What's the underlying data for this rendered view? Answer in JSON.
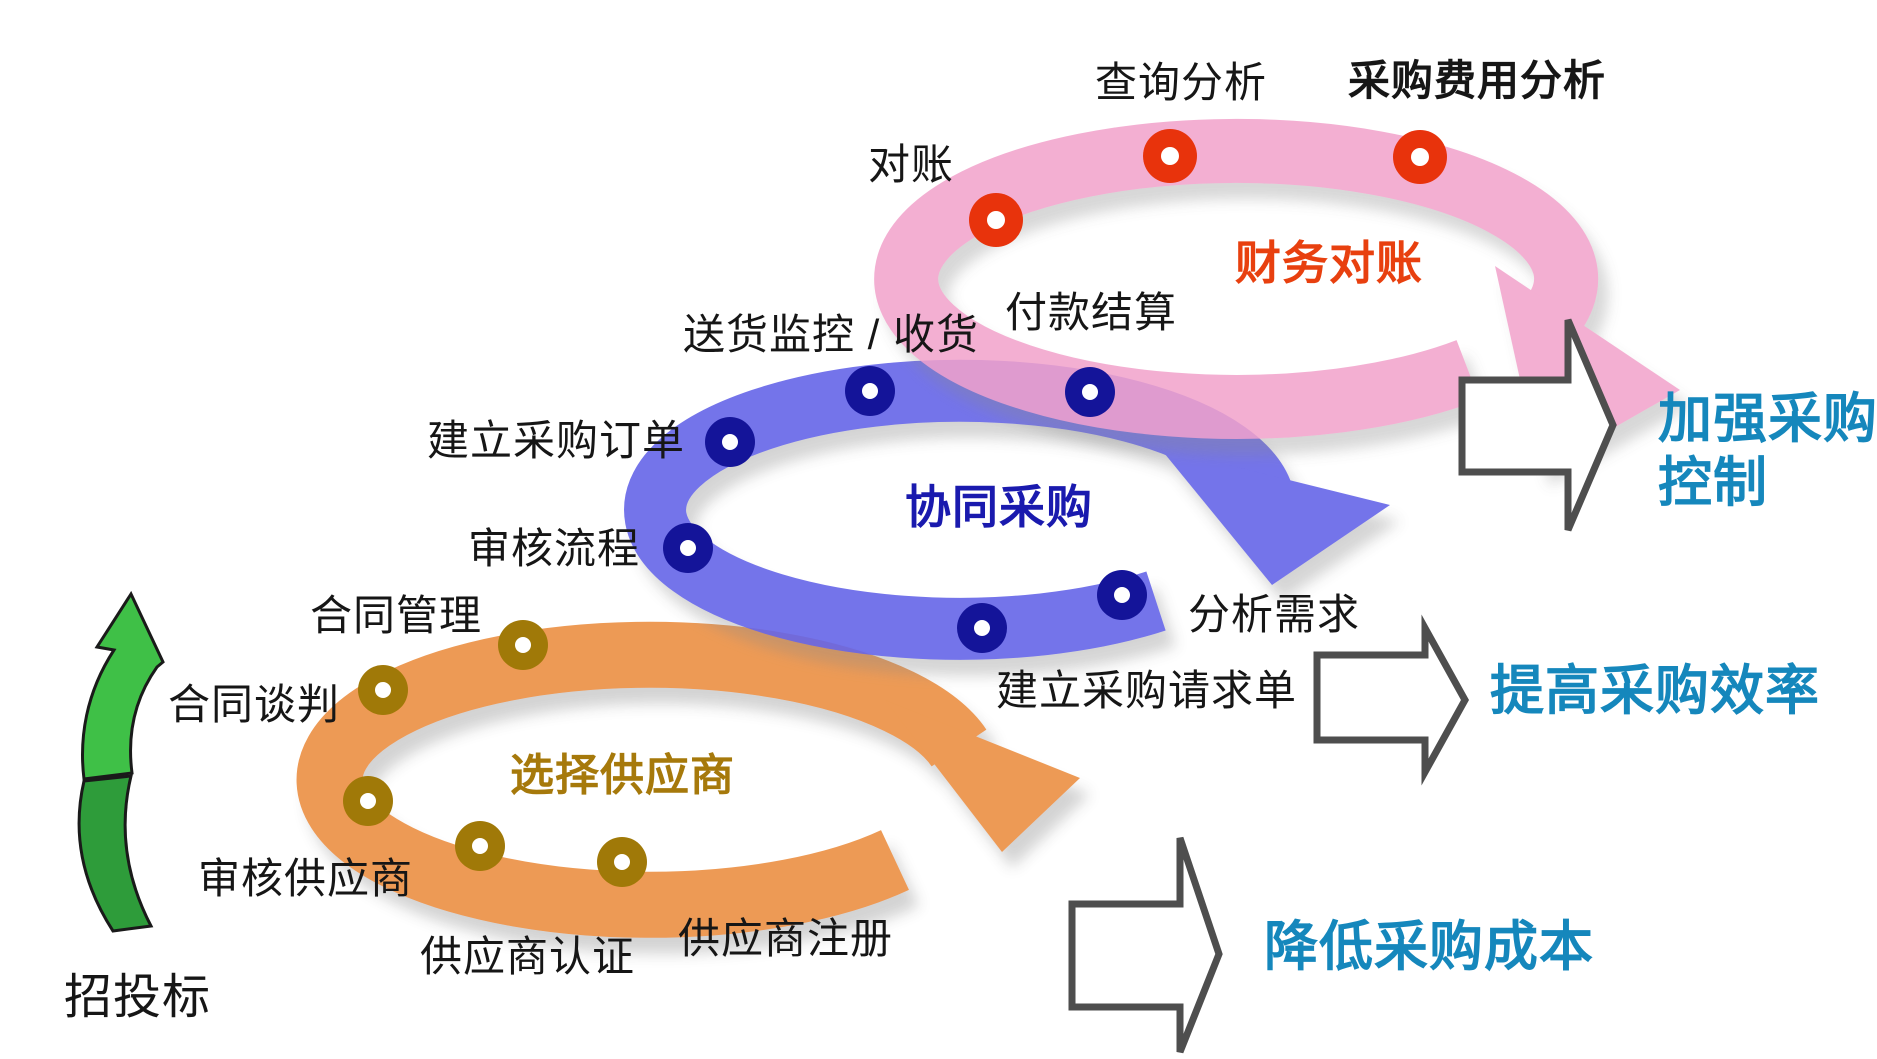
{
  "loops": {
    "finance": {
      "center_label": "财务对账",
      "steps": [
        "对账",
        "查询分析",
        "采购费用分析",
        "付款结算"
      ]
    },
    "collab": {
      "center_label": "协同采购",
      "steps": [
        "送货监控 / 收货",
        "建立采购订单",
        "审核流程",
        "分析需求",
        "建立采购请求单"
      ]
    },
    "supplier": {
      "center_label": "选择供应商",
      "steps": [
        "合同管理",
        "合同谈判",
        "审核供应商",
        "供应商认证",
        "供应商注册"
      ]
    }
  },
  "bidding_label": "招投标",
  "benefits": [
    {
      "line1": "加强采购",
      "line2": "控制"
    },
    {
      "line1": "提高采购效率",
      "line2": ""
    },
    {
      "line1": "降低采购成本",
      "line2": ""
    }
  ],
  "colors": {
    "finance_band": "#F2A2CB",
    "finance_dot": "#E8330C",
    "finance_label": "#E8400F",
    "collab_band": "#6565E8",
    "collab_dot": "#141499",
    "collab_label": "#1A1AAE",
    "supplier_band": "#EC9348",
    "supplier_dot": "#A07908",
    "supplier_label": "#A6790B",
    "benefit_text": "#1587BC",
    "arrow_outline": "#4E4E4E",
    "green_light": "#3FC047",
    "green_dark": "#2E9C3A"
  }
}
